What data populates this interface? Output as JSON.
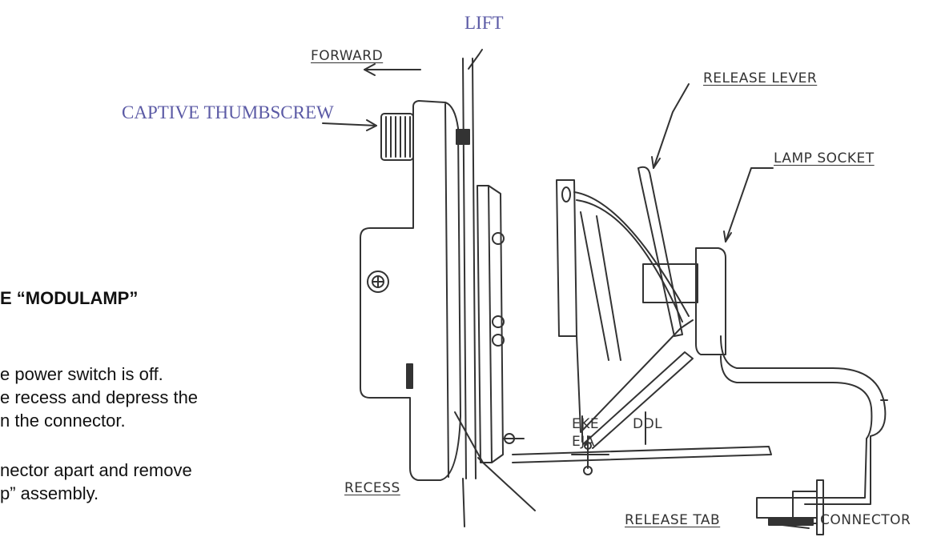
{
  "labels": {
    "lift": "LIFT",
    "captive_thumbscrew": "CAPTIVE THUMBSCREW",
    "forward": "FORWARD",
    "release_lever": "RELEASE LEVER",
    "lamp_socket": "LAMP SOCKET",
    "eke": "EKE",
    "eja": "EJA",
    "ddl": "DDL",
    "recess": "RECESS",
    "release_tab": "RELEASE TAB",
    "connector": "CONNECTOR"
  },
  "instructions": {
    "heading": "E “MODULAMP”",
    "lines": [
      "e power switch is off.",
      "e recess and depress the",
      "n the connector.",
      "nector apart and remove",
      "p” assembly."
    ]
  },
  "colors": {
    "label_blue": "#5b5aa5",
    "line_art": "#333333"
  }
}
